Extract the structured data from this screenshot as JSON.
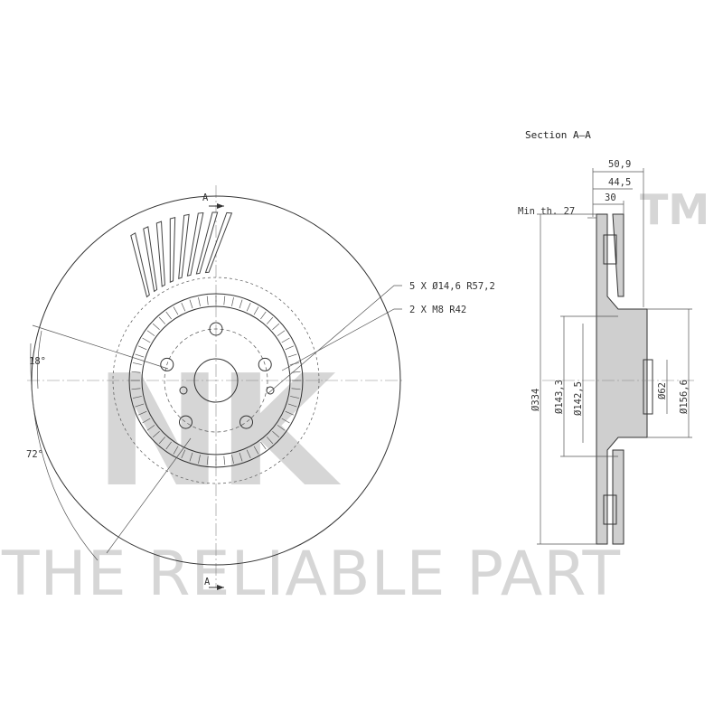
{
  "watermark": {
    "brand": "NK",
    "trademark": "TM",
    "tagline": "THE RELIABLE PART"
  },
  "drawing": {
    "section_title": "Section A–A",
    "section_marker": "A",
    "callouts": {
      "bolt_holes": "5 X Ø14,6   R57,2",
      "threads": "2 X M8   R42"
    },
    "angles": {
      "small": "18°",
      "large": "72°"
    },
    "dimensions": {
      "total_width": "50,9",
      "hat_depth": "44,5",
      "thickness": "30",
      "min_thickness": "Min th. 27",
      "outer_diameter": "Ø334",
      "hat_inner_diameter": "Ø143,3",
      "bore_diameter": "Ø142,5",
      "center_bore": "Ø62",
      "hat_outer_diameter": "Ø156,6"
    }
  }
}
